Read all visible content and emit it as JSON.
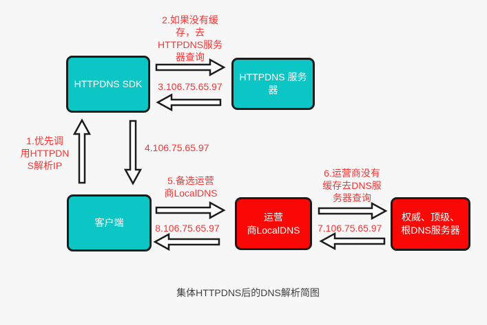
{
  "diagram": {
    "caption": "集体HTTPDNS后的DNS解析简图",
    "nodes": {
      "httpdns_sdk": {
        "label": "HTTPDNS SDK",
        "color": "#0cc5c5"
      },
      "httpdns_server": {
        "label": "HTTPDNS 服务\n器",
        "color": "#0cc5c5"
      },
      "client": {
        "label": "客户端",
        "color": "#0cc5c5"
      },
      "carrier_localdns": {
        "label": "运营\n商LocalDNS",
        "color": "#f90805"
      },
      "root_dns": {
        "label": "权威、顶级、\n根DNS服务器",
        "color": "#f90805"
      }
    },
    "annotations": {
      "step1": "1.优先调\n用HTTPDN\nS解析IP",
      "step2": "2.如果没有缓\n存，去\nHTTPDNS服务\n器查询",
      "step3": "3.106.75.65.97",
      "step4": "4.106.75.65.97",
      "step5": "5.备选运营\n商LocalDNS",
      "step6": "6.运营商没有\n缓存去DNS服\n务器查询",
      "step7": "7.106.75.65.97",
      "step8": "8.106.75.65.97"
    },
    "colors": {
      "background": "#f7f7f7",
      "node_cyan": "#0cc5c5",
      "node_red": "#f90805",
      "outline": "#1c1c1c",
      "annotation_red": "#fb3333",
      "caption_gray": "#3d3d3d",
      "node_text": "#ffffff",
      "arrow_fill": "#ffffff"
    }
  }
}
